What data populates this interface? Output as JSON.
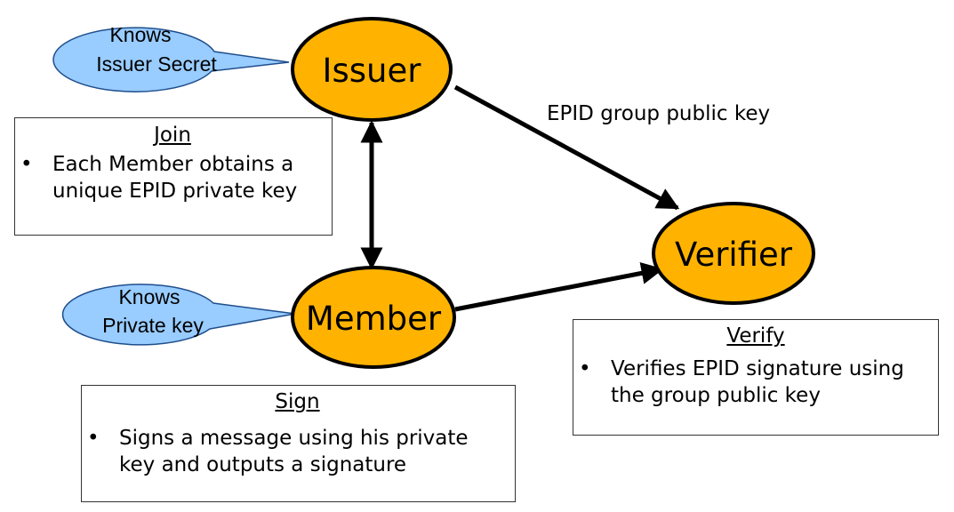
{
  "nodes": {
    "issuer": {
      "label": "Issuer"
    },
    "member": {
      "label": "Member"
    },
    "verifier": {
      "label": "Verifier"
    }
  },
  "bubbles": {
    "issuer_secret": {
      "line1": "Knows",
      "line2": "Issuer Secret"
    },
    "private_key": {
      "line1": "Knows",
      "line2": "Private key"
    }
  },
  "edges": {
    "issuer_verifier_label": "EPID group public key"
  },
  "boxes": {
    "join": {
      "title": "Join",
      "bullet": "•",
      "items": [
        "Each Member obtains a unique EPID private key"
      ]
    },
    "sign": {
      "title": "Sign",
      "bullet": "•",
      "items": [
        "Signs a message using his private key and outputs a signature"
      ]
    },
    "verify": {
      "title": "Verify",
      "bullet": "•",
      "items": [
        "Verifies EPID signature using the group public key"
      ]
    }
  },
  "colors": {
    "node_fill": "#FFB300",
    "node_stroke": "#000000",
    "bubble_fill": "#99CCFF",
    "bubble_stroke": "#1F4E8C",
    "arrow": "#000000"
  }
}
